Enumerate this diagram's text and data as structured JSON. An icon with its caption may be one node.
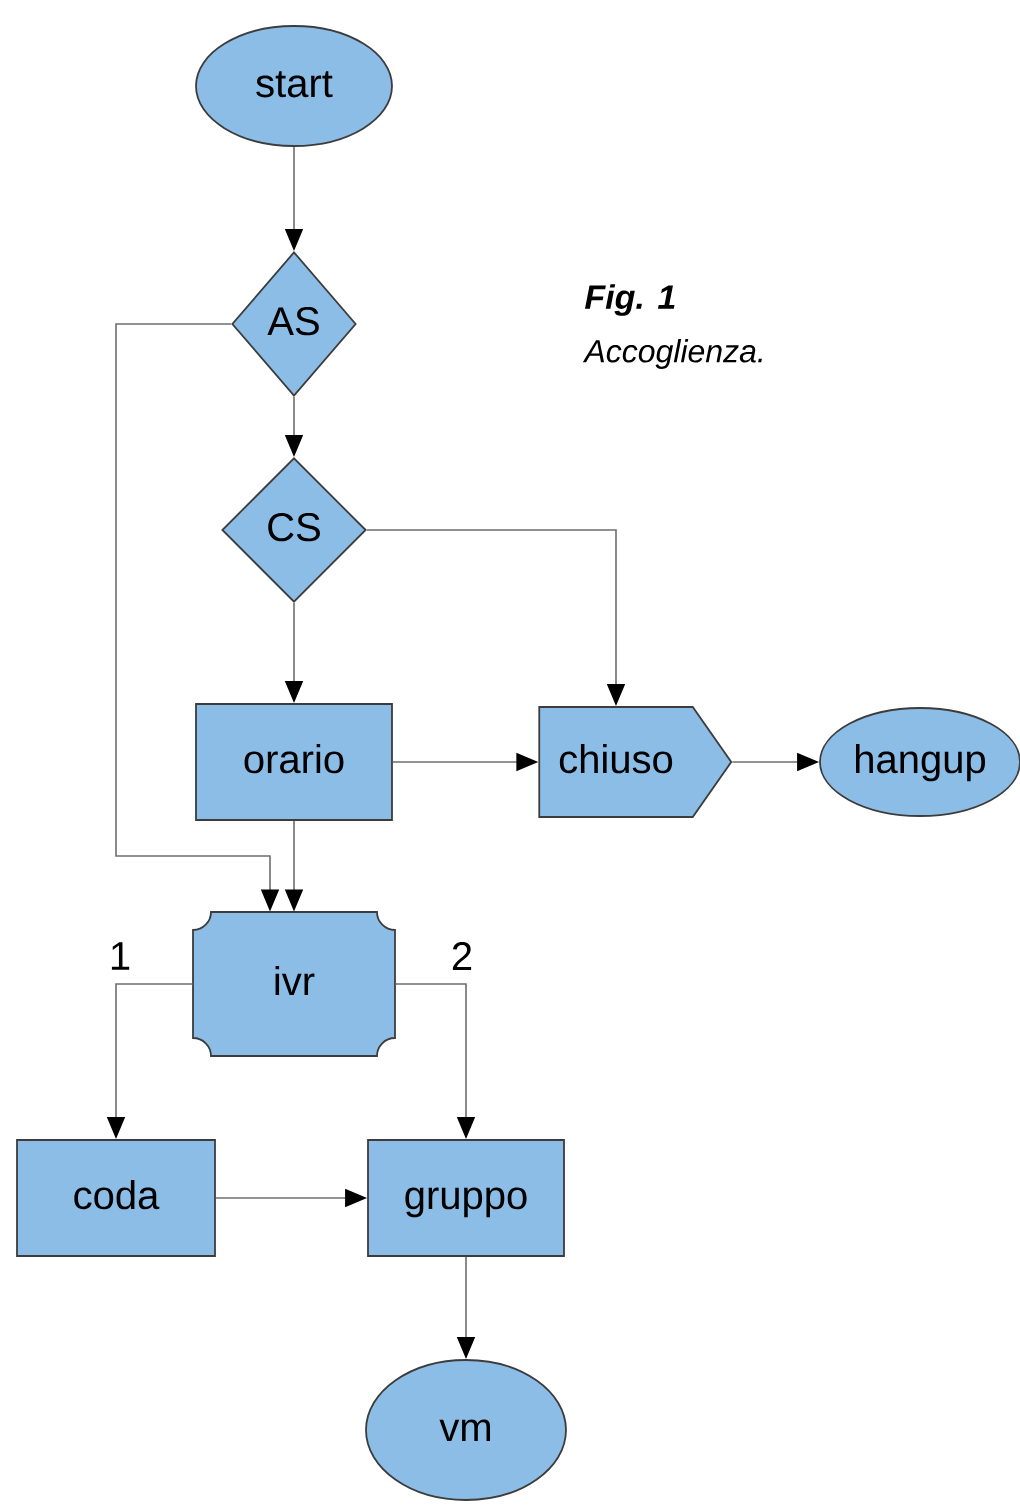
{
  "diagram": {
    "title": "Fig. 1",
    "caption": "Accoglienza.",
    "nodes": [
      {
        "text": [
          "start"
        ]
      },
      {
        "text": [
          "AS"
        ]
      },
      {
        "text": [
          "CS"
        ]
      },
      {
        "text": [
          "orario"
        ]
      },
      {
        "text": [
          "chiuso"
        ]
      },
      {
        "text": [
          "hangup"
        ]
      },
      {
        "text": [
          "ivr"
        ]
      },
      {
        "text": [
          "coda"
        ]
      },
      {
        "text": [
          "gruppo"
        ]
      },
      {
        "text": [
          "vm"
        ]
      }
    ],
    "edges": [
      {
        "from": 0,
        "to": 1,
        "arrow": "to"
      },
      {
        "from": 1,
        "to": 6,
        "arrow": "to"
      },
      {
        "from": 1,
        "to": 2,
        "arrow": "to"
      },
      {
        "from": 2,
        "to": 3,
        "arrow": "to"
      },
      {
        "from": 2,
        "to": 4,
        "arrow": "to"
      },
      {
        "from": 3,
        "to": 4,
        "arrow": "to"
      },
      {
        "from": 4,
        "to": 5,
        "arrow": "to"
      },
      {
        "from": 3,
        "to": 6,
        "arrow": "to"
      },
      {
        "from": 6,
        "to": 7,
        "label": "1",
        "arrow": "to"
      },
      {
        "from": 6,
        "to": 8,
        "label": "2",
        "arrow": "to"
      },
      {
        "from": 7,
        "to": 8,
        "arrow": "to"
      },
      {
        "from": 8,
        "to": 9,
        "arrow": "to"
      }
    ]
  }
}
